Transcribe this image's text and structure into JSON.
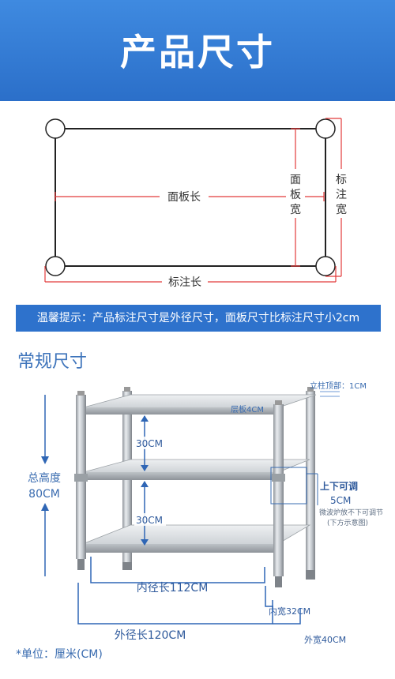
{
  "header": {
    "title": "产品尺寸"
  },
  "panel_diagram": {
    "panel_length": "面板长",
    "panel_width_chars": [
      "面",
      "板",
      "宽"
    ],
    "marked_width_chars": [
      "标",
      "注",
      "宽"
    ],
    "marked_length": "标注长"
  },
  "tip": {
    "text": "温馨提示：产品标注尺寸是外径尺寸，面板尺寸比标注尺寸小2cm"
  },
  "section": {
    "title": "常规尺寸"
  },
  "rack": {
    "pillar_top": "立柱顶部：1CM",
    "shelf_thickness": "层板4CM",
    "gap_upper": "30CM",
    "gap_lower": "30CM",
    "total_height_label": "总高度",
    "total_height_value": "80CM",
    "adjust_title": "上下可调",
    "adjust_value": "5CM",
    "adjust_note_1": "微波炉放不下可调节",
    "adjust_note_2": "(下方示意图)",
    "inner_length": "内径长112CM",
    "inner_width": "内宽32CM",
    "outer_length": "外径长120CM",
    "outer_width": "外宽40CM"
  },
  "footnote": {
    "text": "*单位：厘米(CM)"
  },
  "colors": {
    "header_blue": "#3f8ae0",
    "tip_blue": "#2e72cc",
    "dim_red": "#e23b3b",
    "label_blue": "#3a6cb0"
  }
}
